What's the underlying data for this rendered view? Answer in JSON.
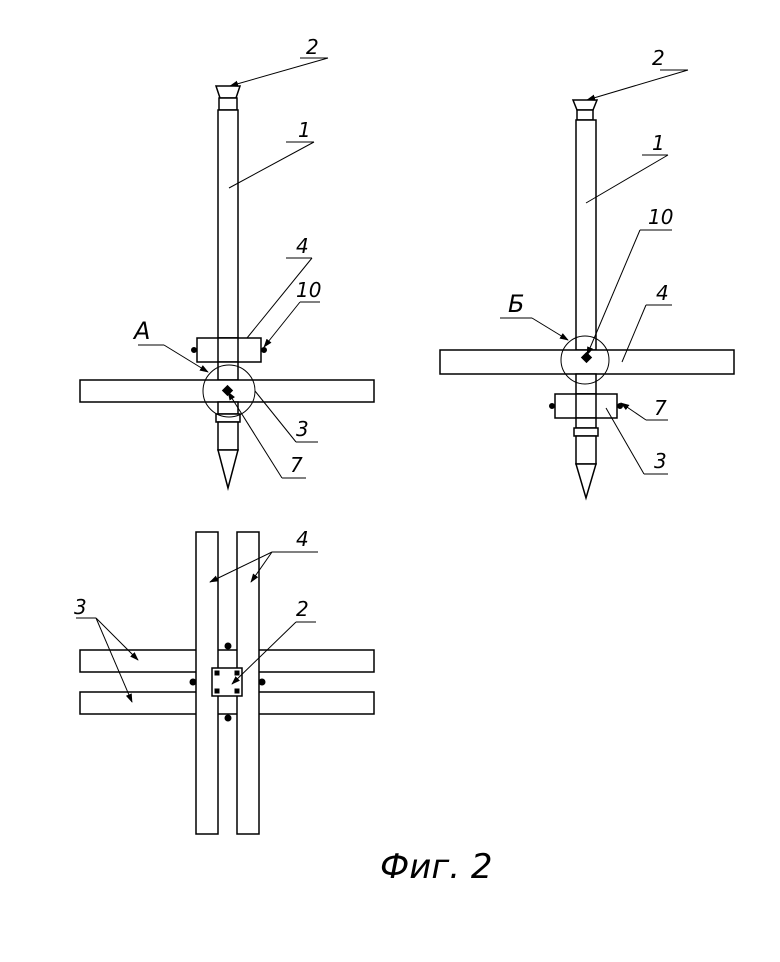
{
  "figure": {
    "caption": "Фиг. 2",
    "view_a": {
      "section_mark": "А",
      "labels": {
        "rod": "1",
        "cap": "2",
        "crossbar": "3",
        "upper_bar": "4",
        "bolt": "7",
        "fastener": "10"
      }
    },
    "view_b": {
      "section_mark": "Б",
      "labels": {
        "rod": "1",
        "cap": "2",
        "lower_bar": "3",
        "crossbar": "4",
        "bolt": "7",
        "fastener": "10"
      }
    },
    "plan_view": {
      "labels": {
        "vertical_bars": "4",
        "horizontal_bars": "3",
        "cap": "2"
      }
    }
  }
}
